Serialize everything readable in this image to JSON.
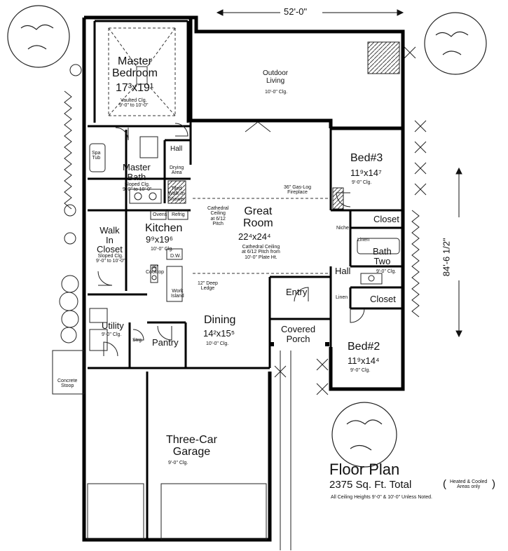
{
  "dimensions": {
    "width": "52'-0\"",
    "depth": "84'-6 1/2\""
  },
  "rooms": {
    "master_bedroom": {
      "name": "Master\nBedroom",
      "size": "17³x19¹",
      "note": "Vaulted Clg.\n9'-0\" to 10'-0\""
    },
    "outdoor_living": {
      "name": "Outdoor\nLiving",
      "note": "10'-0\" Clg."
    },
    "hall_top": {
      "name": "Hall"
    },
    "spa_tub": {
      "name": "Spa\nTub"
    },
    "master_bath": {
      "name": "Master\nBath",
      "note": "Sloped Clg.\n9'-0\" to 10'-0\""
    },
    "drying_area": {
      "name": "Drying\nArea"
    },
    "walkin_shower": {
      "name": "Tiled\nWalk-In\nShower"
    },
    "ovens": {
      "name": "Ovens"
    },
    "refrig": {
      "name": "Refrig"
    },
    "kitchen": {
      "name": "Kitchen",
      "size": "9⁹x19⁶",
      "note": "10'-0\" Clg."
    },
    "cooktop": {
      "name": "36\"\nCooktop"
    },
    "dw": {
      "name": "D.W."
    },
    "work_island": {
      "name": "Work\nIsland"
    },
    "ledge": {
      "name": "12\" Deep\nLedge"
    },
    "walkin_closet": {
      "name": "Walk\nIn\nCloset",
      "note": "Sloped Clg.\n9'-0\" to 10'-0\""
    },
    "cathedral_note": {
      "name": "Cathedral\nCeiling\nat 6/12\nPitch"
    },
    "great_room": {
      "name": "Great\nRoom",
      "size": "22⁴x24⁴",
      "note": "Cathedral Ceiling\nat 6/12 Pitch from\n10'-0\" Plate Ht."
    },
    "fireplace": {
      "name": "36\" Gas-Log\nFireplace"
    },
    "niche": {
      "name": "Niche"
    },
    "bed3": {
      "name": "Bed#3",
      "size": "11⁹x14⁷",
      "note": "9'-0\" Clg."
    },
    "closet3": {
      "name": "Closet"
    },
    "linen1": {
      "name": "Linen"
    },
    "bath_two": {
      "name": "Bath\nTwo",
      "note": "9'-0\" Clg."
    },
    "hall_mid": {
      "name": "Hall"
    },
    "linen2": {
      "name": "Linen"
    },
    "closet2": {
      "name": "Closet"
    },
    "entry": {
      "name": "Entry"
    },
    "covered_porch": {
      "name": "Covered\nPorch"
    },
    "bed2": {
      "name": "Bed#2",
      "size": "11⁹x14⁴",
      "note": "9'-0\" Clg."
    },
    "dining": {
      "name": "Dining",
      "size": "14²x15⁵",
      "note": "10'-0\" Clg."
    },
    "utility": {
      "name": "Utility",
      "note": "9'-0\" Clg."
    },
    "storage": {
      "name": "Strg."
    },
    "pantry": {
      "name": "Pantry"
    },
    "concrete_stoop": {
      "name": "Concrete\nStoop"
    },
    "garage": {
      "name": "Three-Car\nGarage",
      "note": "9'-0\" Clg."
    }
  },
  "legend": {
    "title": "Floor Plan",
    "total": "2375 Sq. Ft. Total",
    "paren_note": "Heated & Cooled\nAreas only",
    "footnote": "All Ceiling Heights 9'-0\" & 10'-0\" Unless Noted."
  }
}
